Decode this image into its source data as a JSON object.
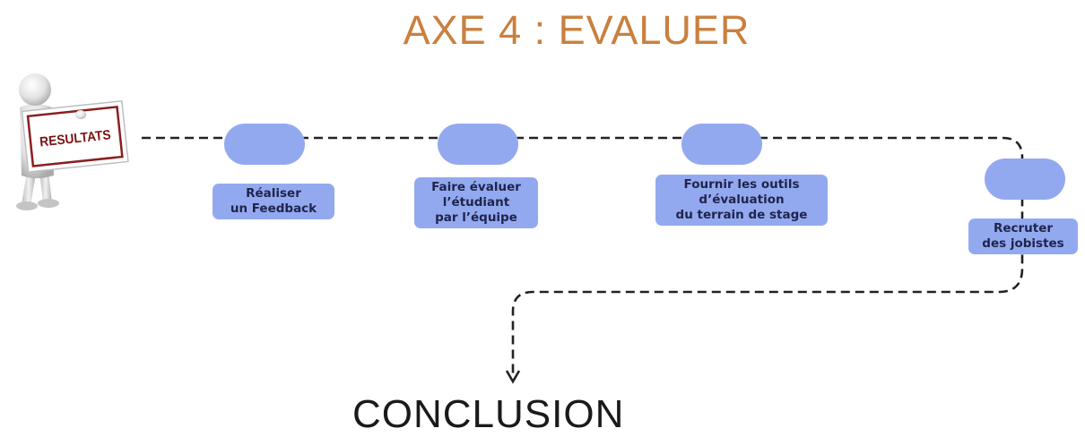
{
  "title": "AXE 4 : EVALUER",
  "sign": {
    "text": "RESULTATS"
  },
  "steps": [
    {
      "label": "Réaliser\nun Feedback"
    },
    {
      "label": "Faire évaluer\nl’étudiant\npar l’équipe"
    },
    {
      "label": "Fournir les outils\nd’évaluation\ndu terrain de stage"
    },
    {
      "label": "Recruter\ndes jobistes"
    }
  ],
  "conclusion": "CONCLUSION",
  "colors": {
    "title": "#c9803f",
    "node_fill": "#93a9ef",
    "label_text": "#20244d",
    "connector": "#222222",
    "sign_border": "#8a1f1f",
    "sign_text": "#7a1414"
  }
}
